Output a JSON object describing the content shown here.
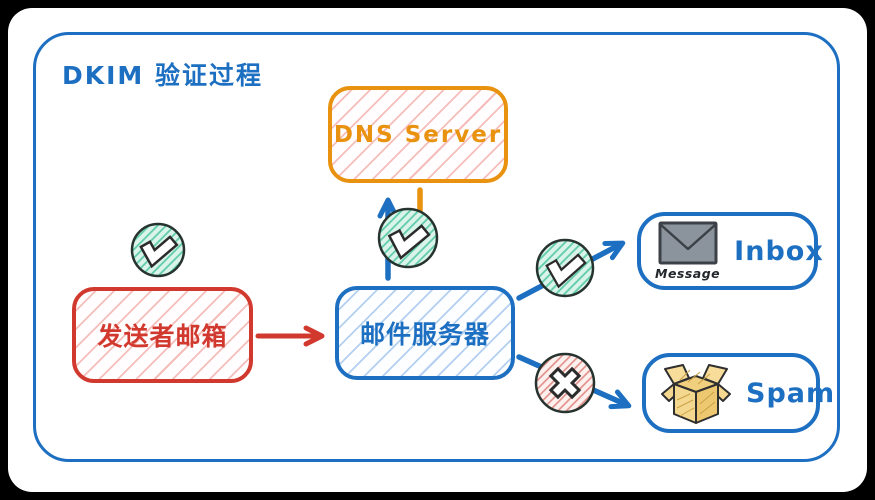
{
  "title": "DKIM 验证过程",
  "nodes": {
    "dns": {
      "label": "DNS Server"
    },
    "sender": {
      "label": "发送者邮箱"
    },
    "mail_server": {
      "label": "邮件服务器"
    },
    "inbox": {
      "label": "Inbox",
      "icon": "envelope-icon",
      "icon_caption": "Message"
    },
    "spam": {
      "label": "Spam",
      "icon": "open-box-icon"
    }
  },
  "markers": {
    "pass": "check-icon",
    "fail": "cross-icon"
  },
  "colors": {
    "frame_blue": "#1d6fc1",
    "red": "#d2392e",
    "orange": "#e8920f",
    "teal_fill": "#daf4ea",
    "teal_hatch": "#5fcbaa",
    "fail_fill": "#fdf1ef",
    "fail_hatch": "#e08b84",
    "ink": "#2b2b2b",
    "envelope_gray": "#8b949c",
    "carton_tan": "#f5d88f"
  }
}
